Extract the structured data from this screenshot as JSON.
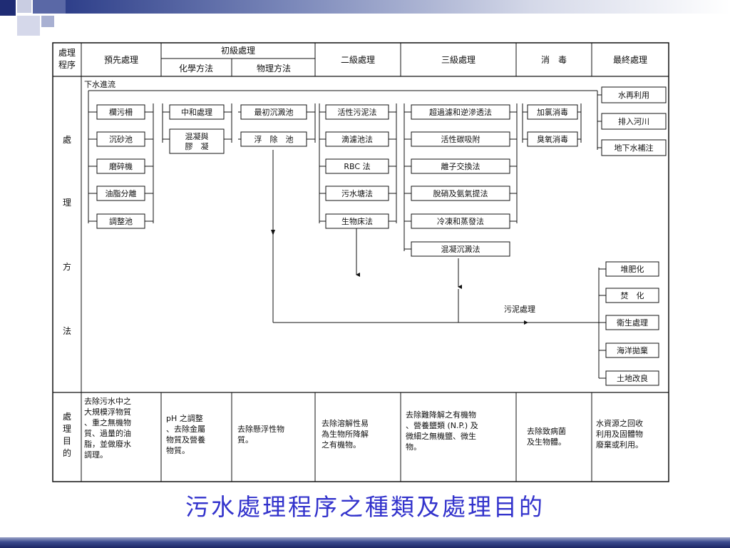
{
  "slide": {
    "caption": "污水處理程序之種類及處理目的"
  },
  "table": {
    "corner_label": [
      "處理",
      "程序"
    ],
    "headers": {
      "pretreatment": "預先處理",
      "primary": "初級處理",
      "chemical": "化學方法",
      "physical": "物理方法",
      "secondary": "二級處理",
      "tertiary": "三級處理",
      "disinfection": "消　毒",
      "final": "最終處理"
    },
    "method_label": [
      "處",
      "理",
      "方",
      "法"
    ],
    "purpose_label": [
      "處",
      "理",
      "目",
      "的"
    ],
    "sewage_inflow": "下水進流",
    "sludge_label": "污泥處理",
    "boxes": {
      "pretreatment": [
        "欄污柵",
        "沉砂池",
        "磨碎機",
        "油脂分離",
        "調整池"
      ],
      "chemical": [
        "中和處理",
        "混凝與",
        "膠　凝"
      ],
      "physical": [
        "最初沉澱池",
        "浮　除　池"
      ],
      "secondary": [
        "活性污泥法",
        "滴濾池法",
        "RBC 法",
        "污水塘法",
        "生物床法"
      ],
      "tertiary": [
        "超過濾和逆滲透法",
        "活性碳吸附",
        "離子交換法",
        "脫硝及氨氣提法",
        "冷凍和蒸發法",
        "混凝沉澱法"
      ],
      "disinfection": [
        "加氯消毒",
        "臭氧消毒"
      ],
      "final": [
        "水再利用",
        "排入河川",
        "地下水補注"
      ],
      "sludge": [
        "堆肥化",
        "焚　化",
        "衛生處理",
        "海洋拋棄",
        "土地改良"
      ]
    },
    "purposes": {
      "pretreatment": [
        "去除污水中之",
        "大規模浮物質",
        "、重之無機物",
        "質、過量的油",
        "脂，並做廢水",
        "調理。"
      ],
      "chemical": [
        "pH 之調整",
        "、去除金屬",
        "物質及營養",
        "物質。"
      ],
      "physical": [
        "去除懸浮性物",
        "質。"
      ],
      "secondary": [
        "去除溶解性易",
        "為生物所降解",
        "之有機物。"
      ],
      "tertiary": [
        "去除難降解之有機物",
        "、營養鹽類 (N.P.) 及",
        "微細之無機鹽、微生",
        "物。"
      ],
      "disinfection": [
        "去除致病菌",
        "及生物體。"
      ],
      "final": [
        "水資源之回收",
        "利用及固體物",
        "廢棄或利用。"
      ]
    }
  }
}
